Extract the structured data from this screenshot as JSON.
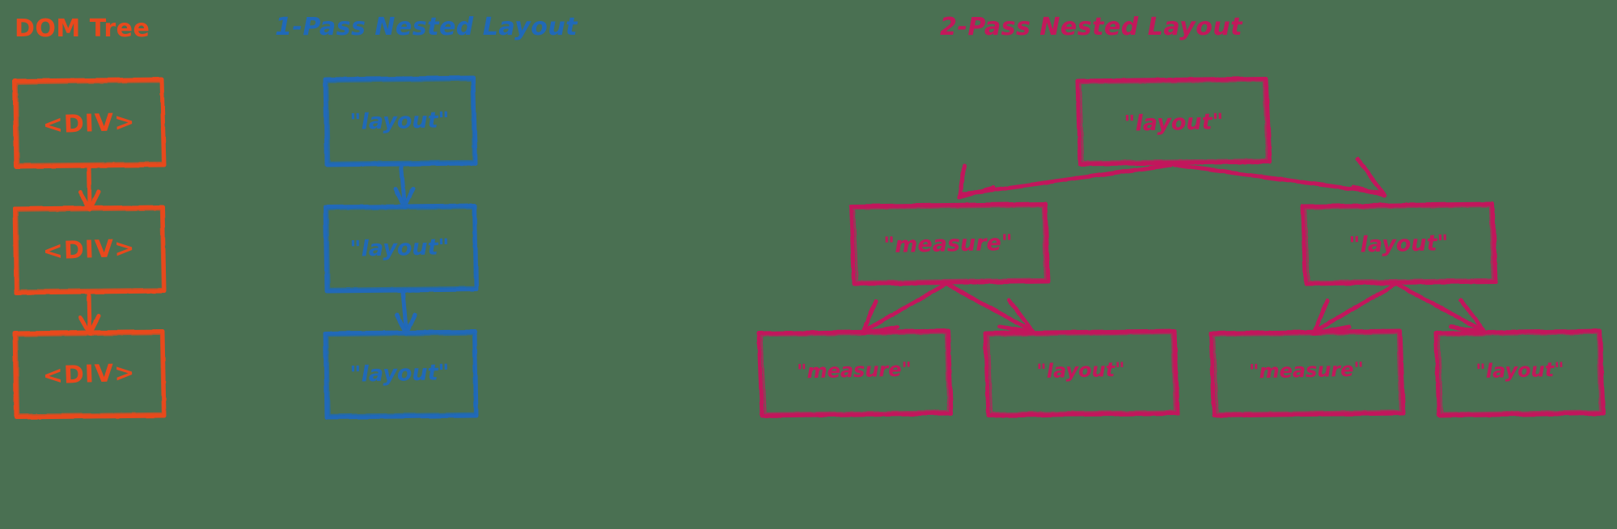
{
  "background_color": "#4a7052",
  "columns": [
    {
      "id": "dom-tree",
      "title": "DOM Tree",
      "color": "#e8491d",
      "nodes": [
        {
          "label": "<DIV>"
        },
        {
          "label": "<DIV>"
        },
        {
          "label": "<DIV>"
        }
      ]
    },
    {
      "id": "one-pass-nested-layout",
      "title": "1-Pass Nested Layout",
      "color": "#2069b8",
      "nodes": [
        {
          "label": "\"layout\""
        },
        {
          "label": "\"layout\""
        },
        {
          "label": "\"layout\""
        }
      ]
    },
    {
      "id": "two-pass-nested-layout",
      "title": "2-Pass Nested Layout",
      "color": "#c2185b",
      "nodes": [
        {
          "label": "\"layout\""
        },
        {
          "label": "\"measure\""
        },
        {
          "label": "\"layout\""
        },
        {
          "label": "\"measure\""
        },
        {
          "label": "\"layout\""
        },
        {
          "label": "\"measure\""
        },
        {
          "label": "\"layout\""
        }
      ]
    }
  ]
}
